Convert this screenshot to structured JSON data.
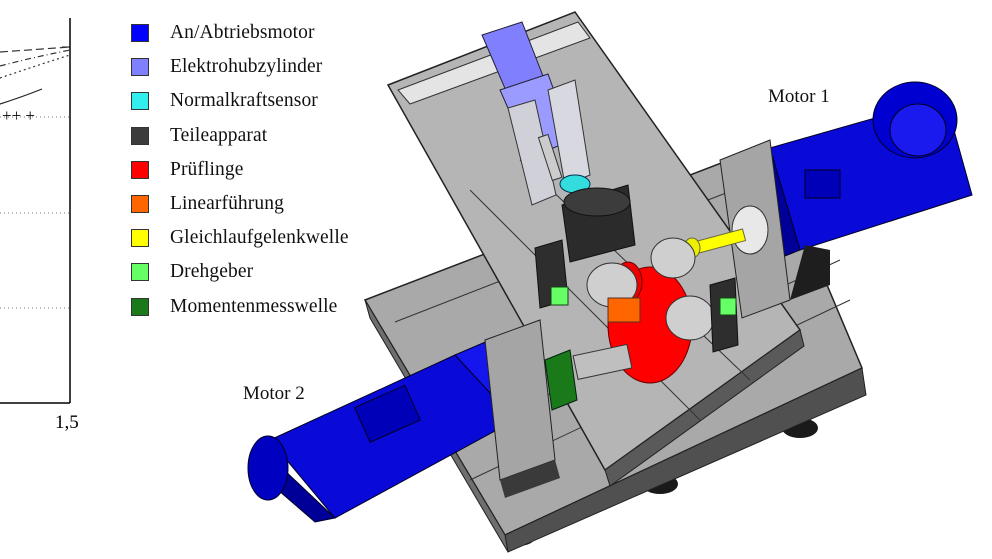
{
  "plot_fragment": {
    "x_tick_label": "1,5",
    "marker_symbols": "++ +"
  },
  "legend": [
    {
      "label": "An/Abtriebsmotor",
      "color": "#0000ff"
    },
    {
      "label": "Elektrohubzylinder",
      "color": "#8080ff"
    },
    {
      "label": "Normalkraftsensor",
      "color": "#33eeee"
    },
    {
      "label": "Teileapparat",
      "color": "#3c3c3c"
    },
    {
      "label": "Prüflinge",
      "color": "#ff0000"
    },
    {
      "label": "Linearführung",
      "color": "#ff6600"
    },
    {
      "label": "Gleichlaufgelenkwelle",
      "color": "#ffff00"
    },
    {
      "label": "Drehgeber",
      "color": "#66ff66"
    },
    {
      "label": "Momentenmesswelle",
      "color": "#1a7a1a"
    }
  ],
  "callouts": {
    "motor1": "Motor 1",
    "motor2": "Motor 2"
  }
}
